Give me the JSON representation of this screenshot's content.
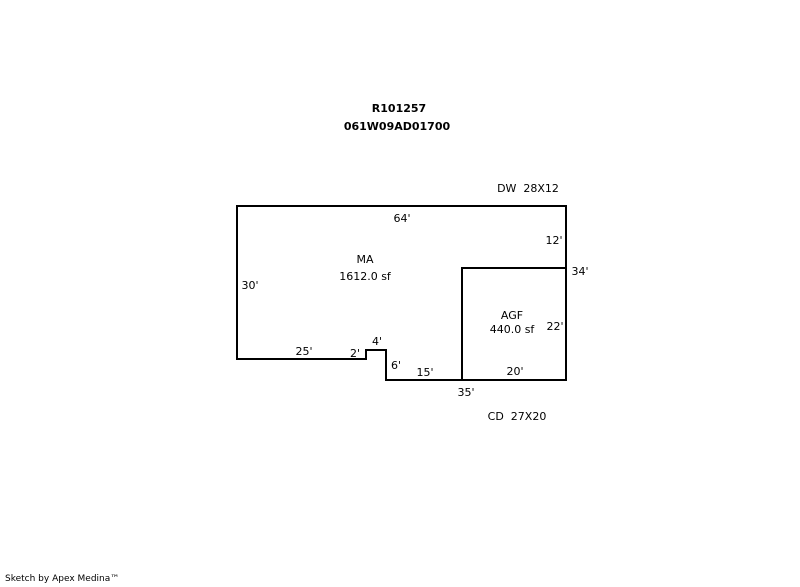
{
  "header": {
    "parcel_id": "R101257",
    "account_no": "061W09AD01700"
  },
  "areas": {
    "ma": {
      "code": "MA",
      "area": "1612.0 sf"
    },
    "agf": {
      "code": "AGF",
      "area": "440.0 sf"
    }
  },
  "dimensions": {
    "ma_top": "64'",
    "ma_left": "30'",
    "ma_bottom_left": "25'",
    "notch_left": "2'",
    "notch_top": "4'",
    "notch_right": "6'",
    "bottom_mid": "15'",
    "bottom_total": "35'",
    "right_upper": "12'",
    "right_total": "34'",
    "agf_right": "22'",
    "agf_bottom": "20'"
  },
  "annotations": {
    "dw": "DW  28X12",
    "cd": "CD  27X20"
  },
  "footer": {
    "credit": "Sketch by Apex Medina™"
  }
}
